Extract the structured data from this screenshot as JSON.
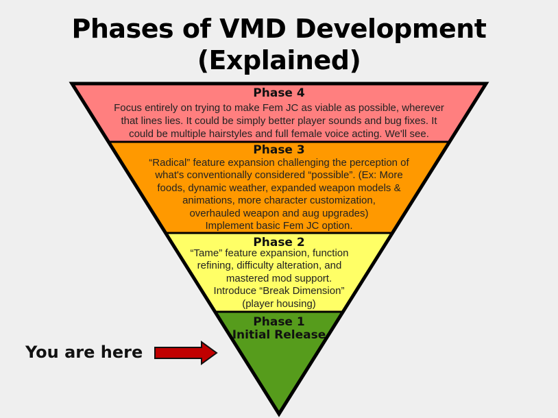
{
  "title": {
    "line1": "Phases of VMD Development",
    "line2": "(Explained)"
  },
  "colors": {
    "phase4": "#ff7f7f",
    "phase3": "#ff9900",
    "phase2": "#ffff66",
    "phase1": "#569c1c",
    "arrow": "#c00000",
    "background": "#efefef"
  },
  "phases": [
    {
      "heading": "Phase 4",
      "lines": [
        "Focus entirely on trying to make Fem JC as viable as possible, wherever",
        "that lines lies. It could be simply better player sounds and bug fixes. It",
        "could be multiple hairstyles and full female voice acting. We'll see."
      ]
    },
    {
      "heading": "Phase 3",
      "lines": [
        "“Radical” feature expansion challenging the perception of",
        "what's conventionally considered “possible”. (Ex: More",
        "foods, dynamic weather, expanded weapon models &",
        "animations, more character customization,",
        "overhauled weapon and aug upgrades)",
        "Implement basic Fem JC option."
      ]
    },
    {
      "heading": "Phase 2",
      "lines": [
        "“Tame” feature expansion, function",
        "refining, difficulty alteration, and",
        "mastered mod support.",
        "Introduce “Break Dimension”",
        "(player housing)"
      ]
    },
    {
      "heading": "Phase 1",
      "lines": [
        "Initial Release"
      ]
    }
  ],
  "pointer": {
    "label": "You are here"
  }
}
